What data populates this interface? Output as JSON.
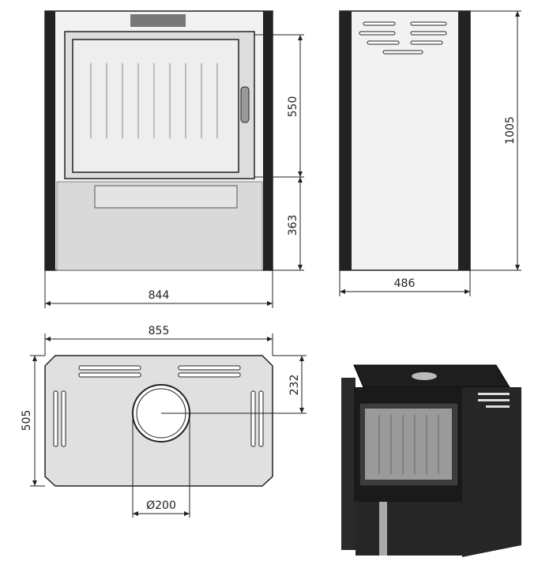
{
  "front_view": {
    "dim_door_height": "550",
    "dim_base_height": "363",
    "dim_width": "844"
  },
  "side_view": {
    "dim_total_height": "1005",
    "dim_depth": "486"
  },
  "top_view": {
    "dim_width": "855",
    "dim_depth": "505",
    "dim_flue_offset": "232",
    "dim_flue_diameter": "Ø200"
  },
  "colors": {
    "frame": "#222222",
    "panel": "#d9d9d9",
    "glass": "#e8e8e8"
  }
}
